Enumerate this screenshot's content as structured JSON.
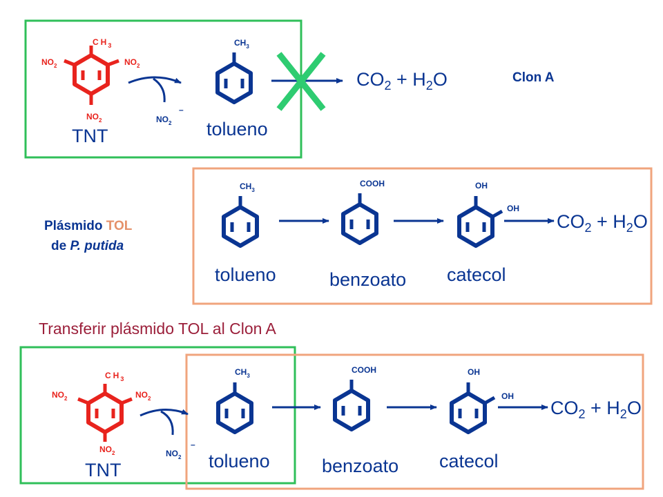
{
  "colors": {
    "blue": "#0a3592",
    "red": "#e8231d",
    "green": "#2fbf59",
    "orange": "#f0a47d",
    "transfer_text": "#9b1f3a",
    "cross": "#2ecc71"
  },
  "labels": {
    "tnt": "TNT",
    "tolueno": "tolueno",
    "benzoato": "benzoato",
    "catecol": "catecol",
    "clon_a": "Clon A",
    "plasmido_line1_prefix": "Plásmido ",
    "plasmido_line1_tol": "TOL",
    "plasmido_line2_prefix": "de ",
    "plasmido_line2_species": "P. putida",
    "transfer": "Transferir plásmido TOL al Clon A"
  },
  "chem": {
    "ch3_c": "C",
    "ch3_h": "H",
    "ch3_3": "3",
    "ch": "CH",
    "no": "NO",
    "sub2": "2",
    "cooh": "COOH",
    "oh": "OH",
    "minus": "–",
    "co": "CO",
    "plus_h": " + H",
    "o": "O"
  }
}
